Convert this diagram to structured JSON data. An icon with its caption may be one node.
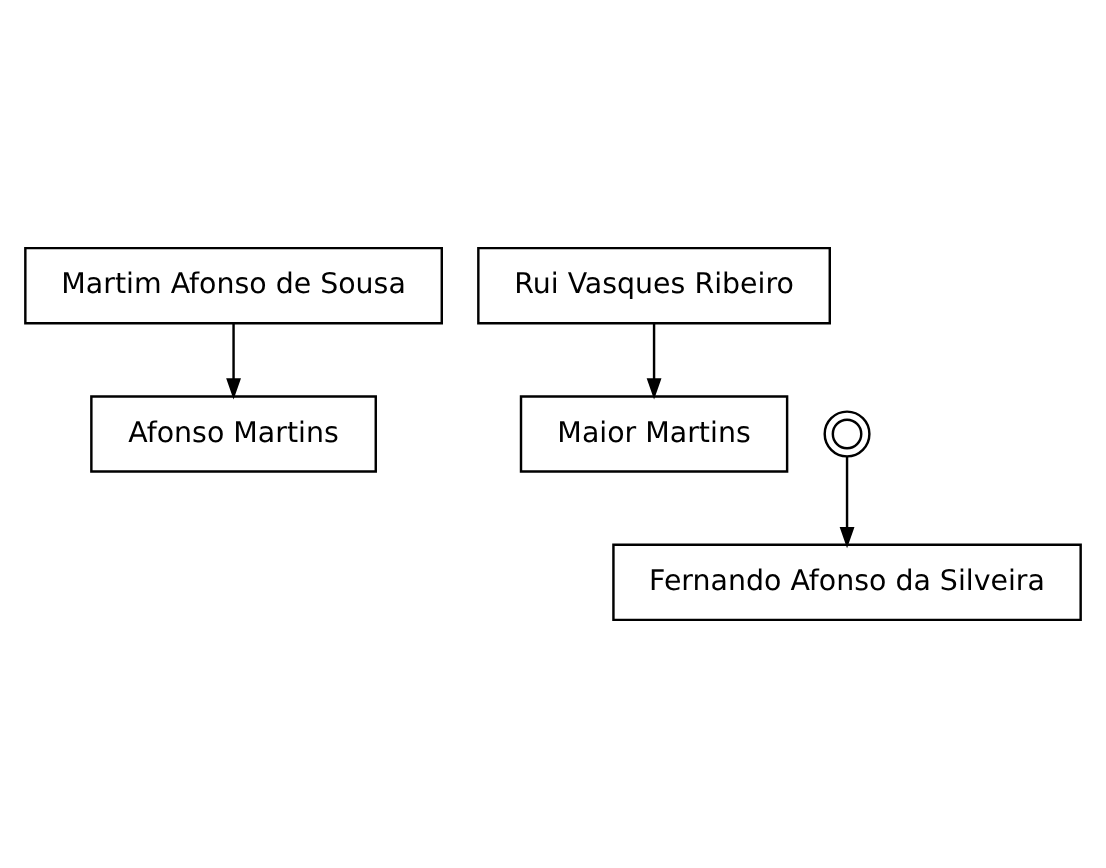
{
  "diagram": {
    "nodes": [
      {
        "text": [
          "Martim Afonso de Sousa"
        ]
      },
      {
        "text": [
          "Rui Vasques Ribeiro"
        ]
      },
      {
        "text": [
          "Afonso Martins"
        ]
      },
      {
        "text": [],
        "shape": "circle"
      },
      {
        "text": [
          "Maior Martins"
        ]
      },
      {
        "text": [
          "Fernando Afonso da Silveira"
        ]
      }
    ],
    "edges": [
      {
        "from": 0,
        "to": 2,
        "arrow": "to"
      },
      {
        "from": 1,
        "to": 4,
        "arrow": "to"
      },
      {
        "from": 3,
        "to": 5,
        "arrow": "to"
      }
    ]
  }
}
